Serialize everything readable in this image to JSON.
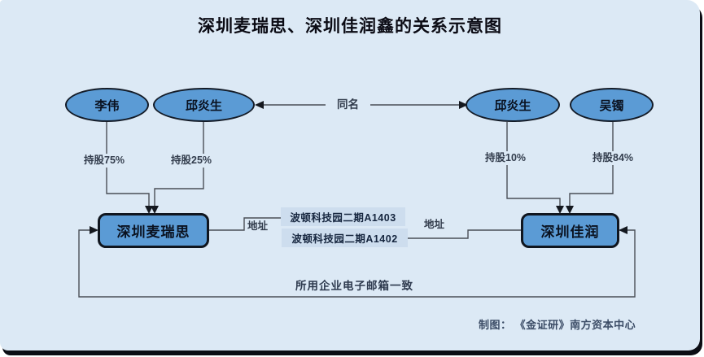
{
  "title": "深圳麦瑞思、深圳佳润鑫的关系示意图",
  "nodes": {
    "persons": [
      {
        "name": "李伟",
        "stake_label": "持股75%"
      },
      {
        "name": "邱炎生",
        "stake_label": "持股25%"
      },
      {
        "name": "邱炎生",
        "stake_label": "持股10%"
      },
      {
        "name": "吴镯",
        "stake_label": "持股84%"
      }
    ],
    "companies": [
      {
        "name": "深圳麦瑞思"
      },
      {
        "name": "深圳佳润"
      }
    ],
    "addresses": [
      {
        "name": "波顿科技园二期A1403"
      },
      {
        "name": "波顿科技园二期A1402"
      }
    ]
  },
  "edge_labels": {
    "same_name": "同名",
    "address_left": "地址",
    "address_right": "地址",
    "shared_email": "所用企业电子邮箱一致"
  },
  "credit": "制图：  《金证研》南方资本中心",
  "colors": {
    "canvas_background": "#dce9f5",
    "node_fill": "#5b9bd5",
    "node_border": "#141c28",
    "address_fill": "#cdddee",
    "connector": "#4a4f57",
    "title_text": "#0b0b14"
  }
}
